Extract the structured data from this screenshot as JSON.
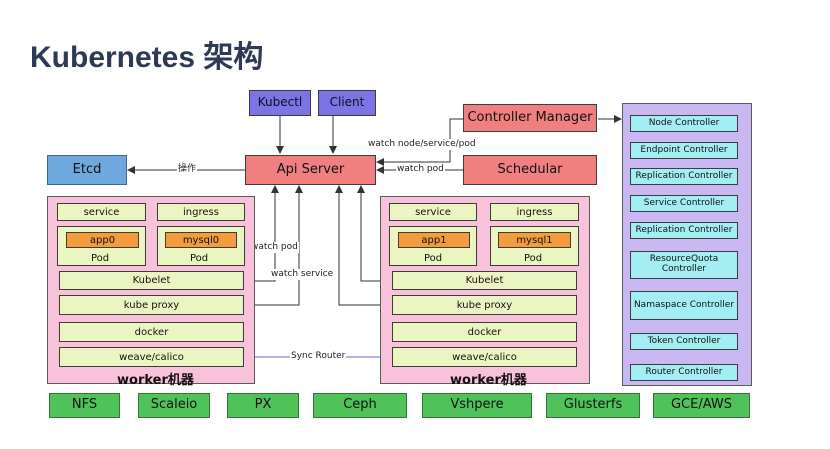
{
  "title": "Kubernetes 架构",
  "top": {
    "kubectl": "Kubectl",
    "client": "Client",
    "api_server": "Api Server",
    "etcd": "Etcd",
    "controller_manager": "Controller Manager",
    "schedular": "Schedular"
  },
  "edge_labels": {
    "etcd": "操作",
    "watch_nsp": "watch node/service/pod",
    "watch_pod_sched": "watch pod",
    "watch_pod": "watch pod",
    "watch_service": "watch service",
    "sync_router": "Sync Router"
  },
  "worker_left": {
    "service": "service",
    "ingress": "ingress",
    "app": "app0",
    "mysql": "mysql0",
    "pod": "Pod",
    "kubelet": "Kubelet",
    "kube_proxy": "kube proxy",
    "docker": "docker",
    "network": "weave/calico",
    "label": "worker机器"
  },
  "worker_right": {
    "service": "service",
    "ingress": "ingress",
    "app": "app1",
    "mysql": "mysql1",
    "pod": "Pod",
    "kubelet": "Kubelet",
    "kube_proxy": "kube proxy",
    "docker": "docker",
    "network": "weave/calico",
    "label": "worker机器"
  },
  "controllers": [
    "Node Controller",
    "Endpoint Controller",
    "Replication Controller",
    "Service Controller",
    "Replication Controller",
    "ResourceQuota Controller",
    "Namaspace Controller",
    "Token Controller",
    "Router Controller"
  ],
  "storage": [
    "NFS",
    "Scaleio",
    "PX",
    "Ceph",
    "Vshpere",
    "Glusterfs",
    "GCE/AWS"
  ]
}
